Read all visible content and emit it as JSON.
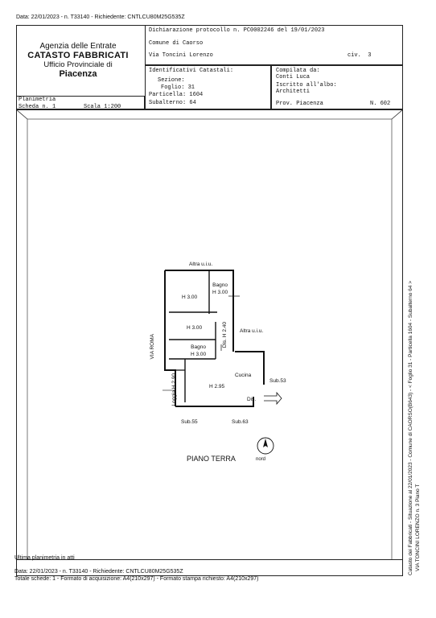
{
  "top_line": "Data: 22/01/2023 - n. T33140 - Richiedente: CNTLCU80M25G535Z",
  "agency": {
    "line1": "Agenzia delle Entrate",
    "line2": "CATASTO FABBRICATI",
    "line3": "Ufficio Provinciale di",
    "line4": "Piacenza"
  },
  "declaration": {
    "label": "Dichiarazione protocollo n.",
    "number": "PC0002246",
    "del_label": "del",
    "date": "19/01/2023"
  },
  "comune": "Comune di Caorso",
  "address": {
    "street": "Via Toncini Lorenzo",
    "civ_label": "civ.",
    "civ": "3"
  },
  "identificativi": {
    "title": "Identificativi Catastali:",
    "sezione_label": "Sezione:",
    "sezione": "",
    "foglio_label": "Foglio:",
    "foglio": "31",
    "particella_label": "Particella:",
    "particella": "1604",
    "subalterno_label": "Subalterno:",
    "subalterno": "64"
  },
  "compilata": {
    "label": "Compilata da:",
    "name": "Conti Luca",
    "albo_label": "Iscritto all'albo:",
    "albo": "Architetti",
    "prov_label": "Prov.",
    "prov": "Piacenza",
    "n_label": "N.",
    "n": "602"
  },
  "planimetria": {
    "title": "Planimetria",
    "scheda_label": "Scheda n.",
    "scheda": "1",
    "scala_label": "Scala",
    "scala": "1:200"
  },
  "plan": {
    "altra_top": "Altra u.i.u.",
    "altra_right": "Altra u.i.u.",
    "bagno1": "Bagno",
    "bagno1_h": "H 3.00",
    "room1_h": "H 3.00",
    "room2_h": "H 3.00",
    "bagno2": "Bagno",
    "bagno2_h": "H 3.00",
    "dis_vert": "Dis.",
    "dis_vert_h": "H 2.40",
    "via_roma": "VIA ROMA",
    "cucina": "Cucina",
    "cucina_h": "H 2.95",
    "loggia": "Loggia",
    "loggia_h": "H 2.90",
    "dis_entry": "Dis.",
    "sub53": "Sub.53",
    "sub55": "Sub.55",
    "sub63": "Sub.63",
    "piano": "PIANO TERRA",
    "nord": "nord"
  },
  "right_side_text": {
    "line1": "Catasto dei Fabbricati - Situazione al 22/01/2023 - Comune di CAORSO(B643) - < Foglio 31 - Particella 1604 - Subalterno 64 >",
    "line2": "VIA TONCINI LORENZO n. 3 Piano T"
  },
  "footer": {
    "ultima": "Ultima planimetria in atti",
    "data_line": "Data: 22/01/2023 - n. T33140 - Richiedente: CNTLCU80M25G535Z",
    "totale": "Totale schede: 1 - Formato di acquisizione: A4(210x297) - Formato stampa richiesto: A4(210x297)"
  }
}
